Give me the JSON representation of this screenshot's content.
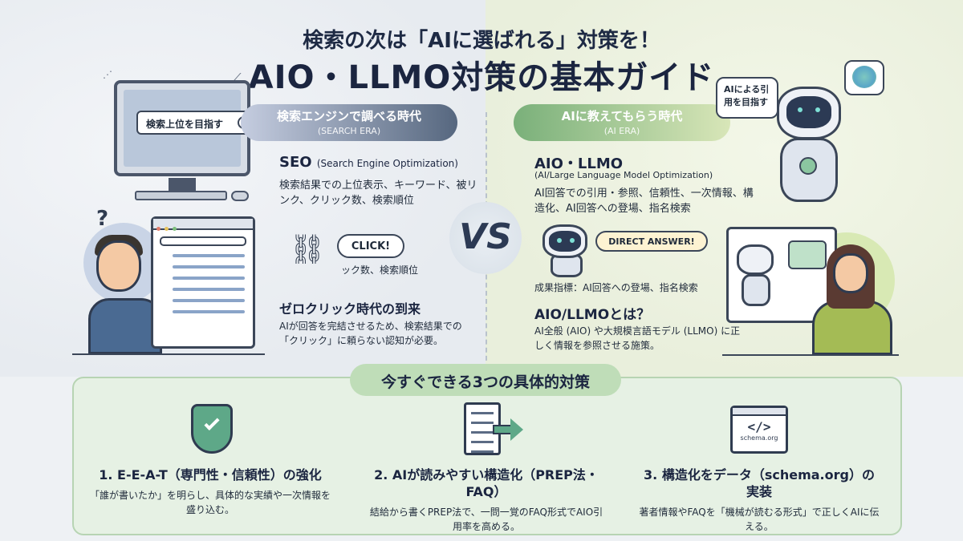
{
  "header": {
    "subtitle": "検索の次は「AIに選ばれる」対策を！",
    "title": "AIO・LLMO対策の基本ガイド"
  },
  "left": {
    "era_title": "検索エンジンで調べる時代",
    "era_sub": "(SEARCH ERA)",
    "search_label": "検索上位を目指す",
    "seo_heading": "SEO",
    "seo_heading_sub": "(Search Engine Optimization)",
    "seo_body": "検索結果での上位表示、キーワード、被リンク、クリック数、検索順位",
    "click_label": "CLICK!",
    "click_caption": "ック数、検索順位",
    "zero_heading": "ゼロクリック時代の到来",
    "zero_body": "AIが回答を完結させるため、検索結果での「クリック」に頼らない認知が必要。"
  },
  "vs_label": "VS",
  "right": {
    "era_title": "AIに教えてもらう時代",
    "era_sub": "(AI ERA)",
    "ai_bubble": "AIによる引用を目指す",
    "aio_heading": "AIO・LLMO",
    "aio_sub": "(AI/Large Language Model Optimization)",
    "aio_body": "AI回答での引用・参照、信頼性、一次情報、構造化、AI回答への登場、指名検索",
    "direct_label": "DIRECT ANSWER!",
    "metric": "成果指標：AI回答への登場、指名検索",
    "what_heading": "AIO/LLMOとは？",
    "what_body": "AI全般 (AIO) や大規模言語モデル (LLMO) に正しく情報を参照させる施策。"
  },
  "bottom": {
    "title": "今すぐできる3つの具体的対策",
    "measures": [
      {
        "icon": "shield-check-icon",
        "title": "1. E-E-A-T（専門性・信頼性）の強化",
        "desc": "「誰が書いたか」を明らし、具体的な実績や一次情報を盛り込む。"
      },
      {
        "icon": "document-arrow-icon",
        "title": "2. AIが読みやすい構造化（PREP法・FAQ）",
        "desc": "結給から書くPREP法で、一問一覚のFAQ形式でAIO引用率を高める。"
      },
      {
        "icon": "code-window-icon",
        "code_symbol": "</>",
        "code_label": "schema.org",
        "title": "3. 構造化をデータ（schema.org）の実装",
        "desc": "著者情報やFAQを「機械が読むる形式」で正しくAIに伝える。"
      }
    ]
  }
}
